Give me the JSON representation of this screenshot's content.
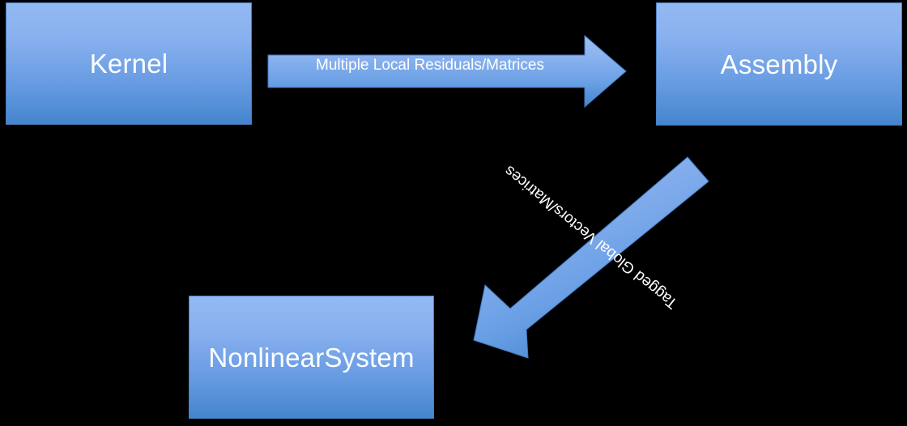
{
  "diagram": {
    "title": "Kernel / Assembly / NonlinearSystem data flow",
    "background_color": "#000000",
    "node_fill_top": "#93b9f2",
    "node_fill_bottom": "#4585ce",
    "node_border_color": "#4a7fbf",
    "label_color": "#ffffff",
    "nodes": [
      {
        "id": "kernel",
        "label": "Kernel"
      },
      {
        "id": "assembly",
        "label": "Assembly"
      },
      {
        "id": "nlsys",
        "label": "NonlinearSystem"
      }
    ],
    "edges": [
      {
        "id": "kernel-to-assembly",
        "label": "Multiple Local Residuals/Matrices",
        "from": "kernel",
        "to": "assembly",
        "direction": "right",
        "shape": "block-arrow"
      },
      {
        "id": "assembly-to-nlsys",
        "label": "Tagged Global Vectors/Matrices",
        "from": "assembly",
        "to": "nlsys",
        "direction": "down-left",
        "shape": "block-arrow"
      }
    ]
  }
}
